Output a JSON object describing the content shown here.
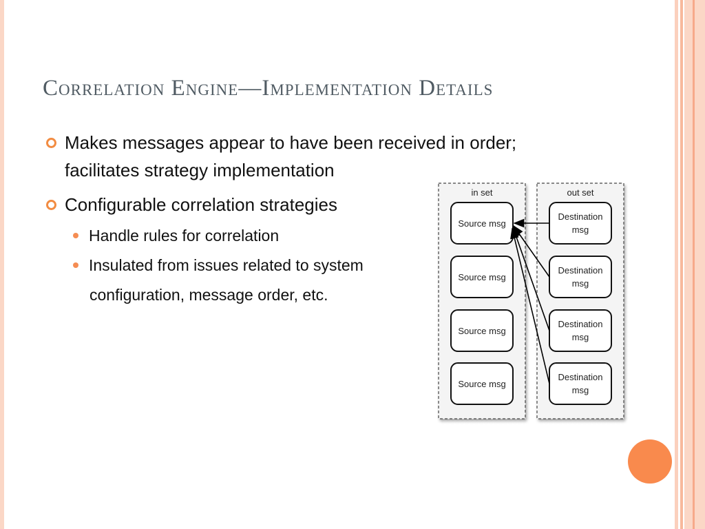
{
  "slide": {
    "title": "Correlation Engine—Implementation Details",
    "bullets": [
      {
        "line1": "Makes messages appear to have been received in order;",
        "line2": "facilitates strategy implementation"
      },
      {
        "line1": "Configurable correlation strategies",
        "sub_bullets": [
          {
            "line1": "Handle rules for correlation"
          },
          {
            "line1": "Insulated from issues related to system",
            "line2": "configuration, message order, etc."
          }
        ]
      }
    ]
  },
  "diagram": {
    "in_set_label": "in set",
    "out_set_label": "out set",
    "source_boxes": [
      "Source msg",
      "Source msg",
      "Source msg",
      "Source msg"
    ],
    "destination_boxes": [
      [
        "Destination",
        "msg"
      ],
      [
        "Destination",
        "msg"
      ],
      [
        "Destination",
        "msg"
      ],
      [
        "Destination",
        "msg"
      ]
    ]
  },
  "colors": {
    "title": "#505b63",
    "bullet_accent": "#f28c42",
    "decor_circle": "#f98a4d",
    "frame": "#fbd7c6"
  }
}
